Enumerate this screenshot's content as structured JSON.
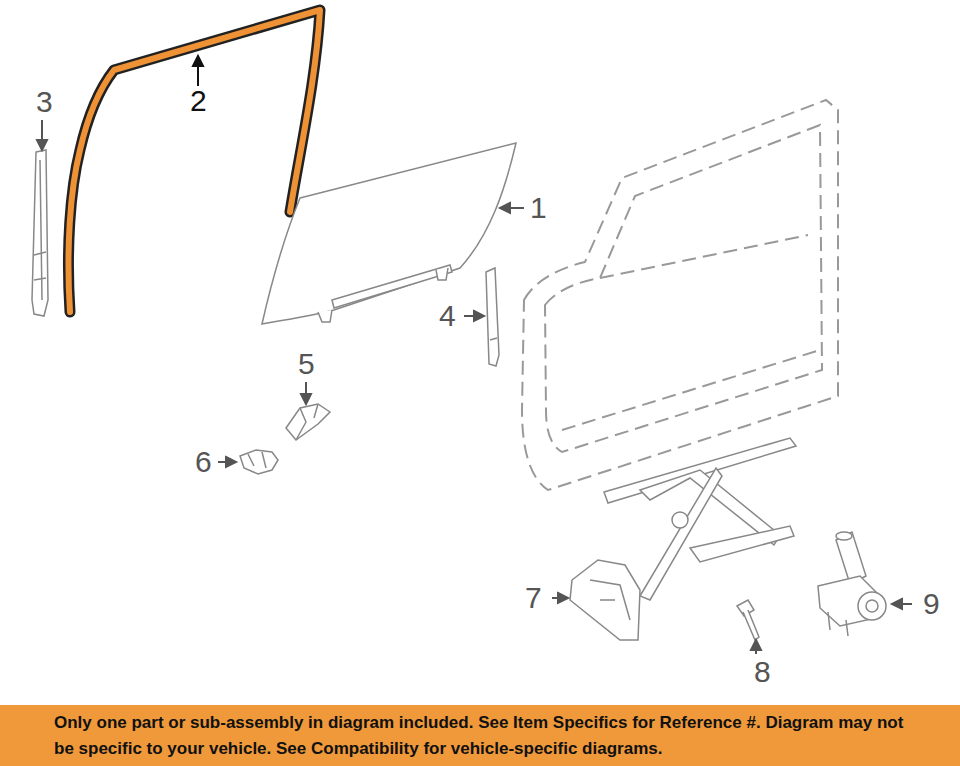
{
  "diagram": {
    "nodes": [
      {
        "text": [
          "Only one part or sub-assembly in diagram included. See Item Specifics for Reference #. Diagram may not be specific to your vehicle. See Compatibility for vehicle-specific diagrams."
        ]
      }
    ],
    "labels": [
      "3",
      "2",
      "1",
      "4",
      "5",
      "6",
      "7",
      "8",
      "9"
    ]
  }
}
